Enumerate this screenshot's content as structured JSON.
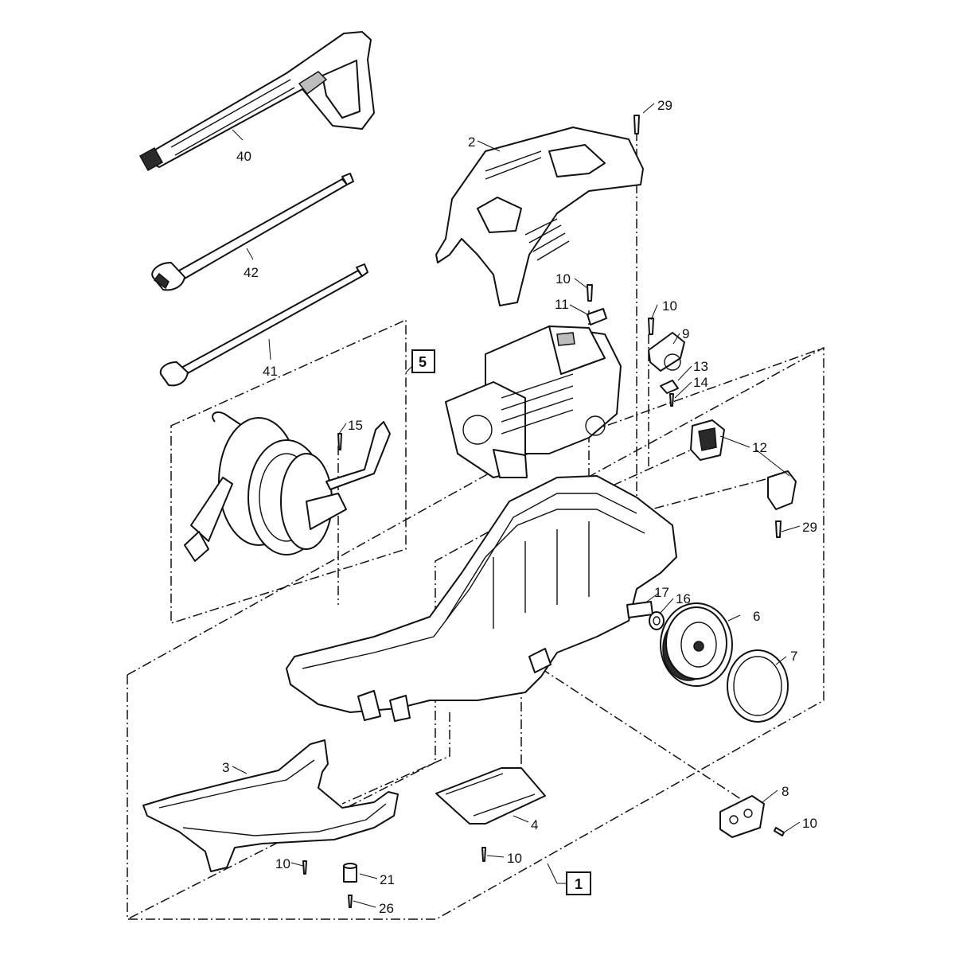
{
  "assembly_boxes": [
    {
      "id": "box-1",
      "number": "1"
    },
    {
      "id": "box-5",
      "number": "5"
    }
  ],
  "callouts": {
    "p29a": "29",
    "p2": "2",
    "p40": "40",
    "p42": "42",
    "p41": "41",
    "p10a": "10",
    "p11": "11",
    "p10b": "10",
    "p9": "9",
    "p13": "13",
    "p14": "14",
    "p15": "15",
    "p12": "12",
    "p29b": "29",
    "p17": "17",
    "p16": "16",
    "p6": "6",
    "p7": "7",
    "p3": "3",
    "p4": "4",
    "p8": "8",
    "p10c": "10",
    "p10d": "10",
    "p10e": "10",
    "p21": "21",
    "p26": "26"
  }
}
